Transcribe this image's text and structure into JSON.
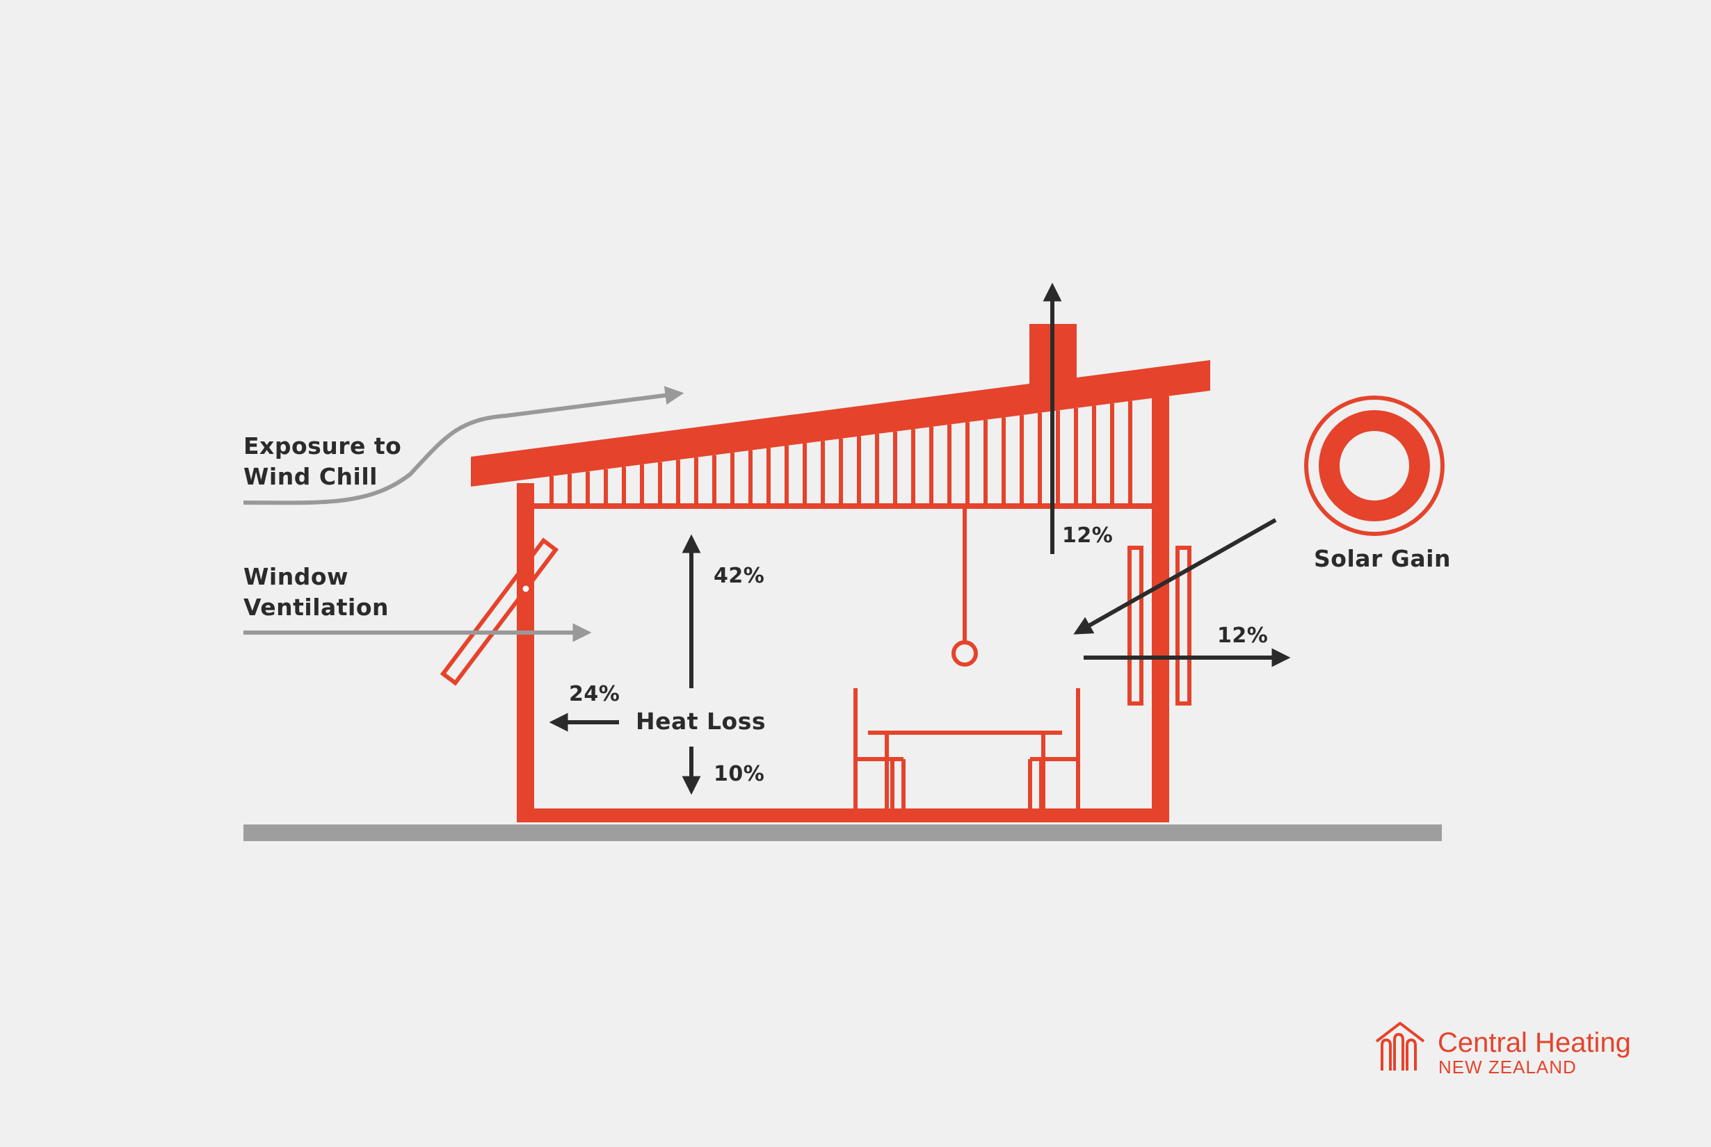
{
  "labels": {
    "wind_chill_line1": "Exposure to",
    "wind_chill_line2": "Wind Chill",
    "window_line1": "Window",
    "window_line2": "Ventilation",
    "heat_loss": "Heat Loss",
    "solar_gain": "Solar Gain"
  },
  "percentages": {
    "roof": "42%",
    "walls": "24%",
    "floor": "10%",
    "chimney": "12%",
    "windows": "12%"
  },
  "logo": {
    "line1": "Central Heating",
    "line2": "NEW ZEALAND"
  },
  "colors": {
    "house": "#e5432b",
    "arrows": "#2b2b2b",
    "wind": "#999999",
    "ground": "#9e9e9e",
    "background": "#f0f0f0"
  },
  "icons": {
    "sun": "sun-icon",
    "logo": "radiator-house-icon"
  }
}
